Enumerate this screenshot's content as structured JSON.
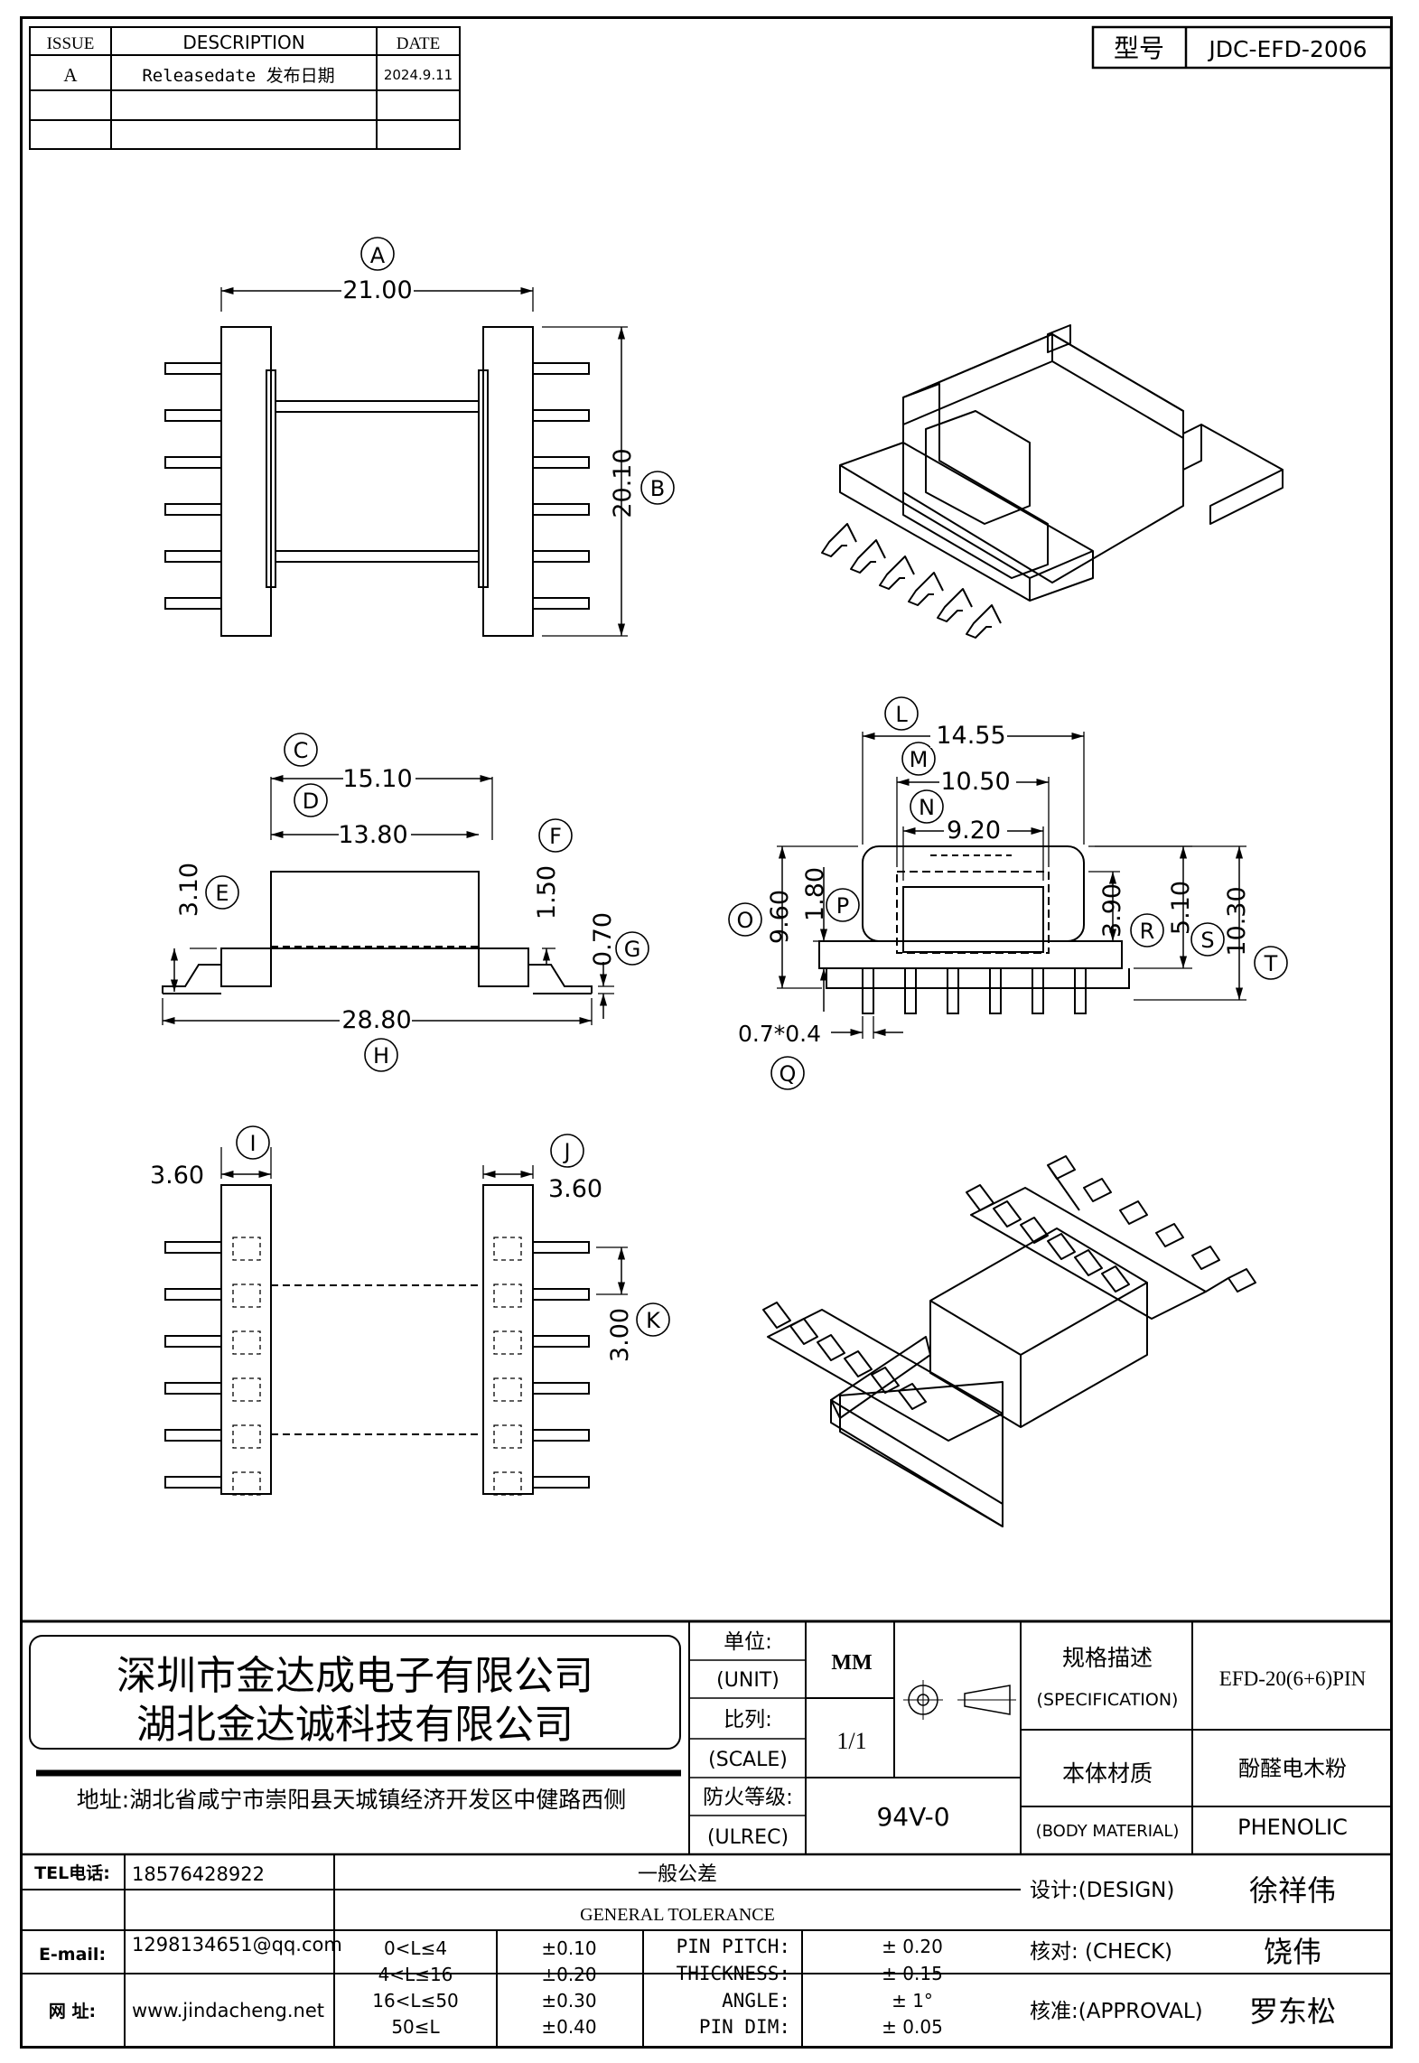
{
  "revision": {
    "headers": [
      "ISSUE",
      "DESCRIPTION",
      "DATE"
    ],
    "rows": [
      {
        "issue": "A",
        "description": "Releasedate 发布日期",
        "date": "2024.9.11"
      }
    ]
  },
  "model_no": {
    "label": "型号",
    "value": "JDC-EFD-2006"
  },
  "dimensions": {
    "A": {
      "letter": "A",
      "value": "21.00"
    },
    "B": {
      "letter": "B",
      "value": "20.10"
    },
    "C": {
      "letter": "C",
      "value": "15.10"
    },
    "D": {
      "letter": "D",
      "value": "13.80"
    },
    "E": {
      "letter": "E",
      "value": "3.10"
    },
    "F": {
      "letter": "F",
      "value": "1.50"
    },
    "G": {
      "letter": "G",
      "value": "0.70"
    },
    "H": {
      "letter": "H",
      "value": "28.80"
    },
    "I": {
      "letter": "I",
      "value": "3.60"
    },
    "J": {
      "letter": "J",
      "value": "3.60"
    },
    "K": {
      "letter": "K",
      "value": "3.00"
    },
    "L": {
      "letter": "L",
      "value": "14.55"
    },
    "M": {
      "letter": "M",
      "value": "10.50"
    },
    "N": {
      "letter": "N",
      "value": "9.20"
    },
    "O": {
      "letter": "O",
      "value": "9.60"
    },
    "P": {
      "letter": "P",
      "value": "1.80"
    },
    "Q": {
      "letter": "Q",
      "value": "0.7*0.4"
    },
    "R": {
      "letter": "R",
      "value": "3.90"
    },
    "S": {
      "letter": "S",
      "value": "5.10"
    },
    "T": {
      "letter": "T",
      "value": "10.30"
    }
  },
  "company": {
    "name_1": "深圳市金达成电子有限公司",
    "name_2": "湖北金达诚科技有限公司",
    "address": "地址:湖北省咸宁市崇阳县天城镇经济开发区中健路西侧"
  },
  "specs": {
    "unit_label_cn": "单位:",
    "unit_label_en": "(UNIT)",
    "unit_value": "MM",
    "scale_label_cn": "比列:",
    "scale_label_en": "(SCALE)",
    "scale_value": "1/1",
    "fire_label_cn": "防火等级:",
    "fire_label_en": "(ULREC)",
    "fire_value": "94V-0",
    "spec_label_cn": "规格描述",
    "spec_label_en": "(SPECIFICATION)",
    "spec_value": "EFD-20(6+6)PIN",
    "material_label_cn": "本体材质",
    "material_label_en": "(BODY MATERIAL)",
    "material_value_cn": "酚醛电木粉",
    "material_value_en": "PHENOLIC"
  },
  "contact": {
    "tel_label": "TEL电话:",
    "tel_value": "18576428922",
    "email_label": "E-mail:",
    "email_value": "1298134651@qq.com",
    "web_label": "网  址:",
    "web_value": "www.jindacheng.net"
  },
  "tolerance": {
    "title_cn": "一般公差",
    "title_en": "GENERAL TOLERANCE",
    "ranges": [
      {
        "range": "0<L≤4",
        "tol": "±0.10"
      },
      {
        "range": "4<L≤16",
        "tol": "±0.20"
      },
      {
        "range": "16<L≤50",
        "tol": "±0.30"
      },
      {
        "range": "50≤L",
        "tol": "±0.40"
      }
    ],
    "other": [
      {
        "label": "PIN PITCH:",
        "tol": "±  0.20"
      },
      {
        "label": "THICKNESS:",
        "tol": "±  0.15"
      },
      {
        "label": "ANGLE:",
        "tol": "±  1°"
      },
      {
        "label": "PIN DIM:",
        "tol": "±  0.05"
      }
    ]
  },
  "approvals": [
    {
      "label": "设计:(DESIGN)",
      "name": "徐祥伟"
    },
    {
      "label": "核对: (CHECK)",
      "name": "饶伟"
    },
    {
      "label": "核准:(APPROVAL)",
      "name": "罗东松"
    }
  ]
}
